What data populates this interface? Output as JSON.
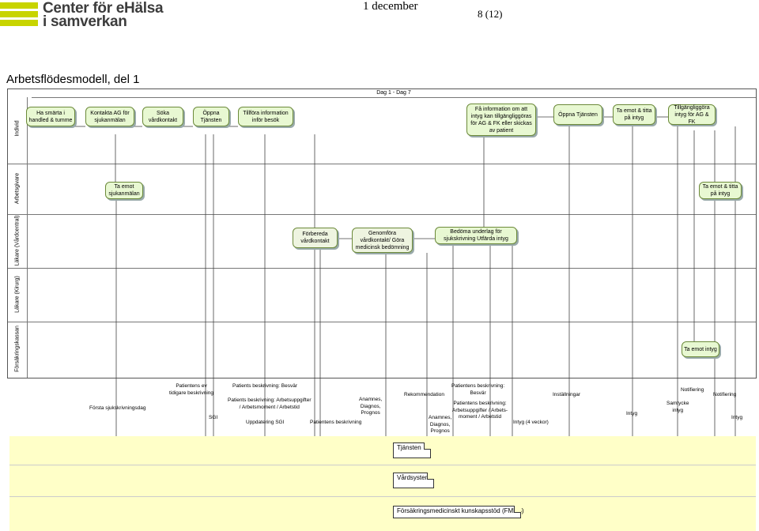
{
  "header": {
    "logo_line1": "Center för eHälsa",
    "logo_line2": "i samverkan",
    "date": "1 december",
    "page": "8 (12)",
    "title": "Arbetsflödesmodell, del 1"
  },
  "diagram": {
    "period_label": "Dag 1 - Dag 7",
    "lanes": [
      "Individ",
      "Arbetsgivare",
      "Läkare (Vårdcentral)",
      "Läkare (Kirurg)",
      "Försäkringskassan"
    ],
    "activities": {
      "a1": "Ha smärta i handled & tumme",
      "a2": "Kontakta AG för sjukanmälan",
      "a3": "Söka vårdkontakt",
      "a4": "Öppna Tjänsten",
      "a5": "Tillföra information inför besök",
      "a6": "Få information om att intyg kan tillgängliggöras för AG & FK eller skickas av patient",
      "a7": "Öppna Tjänsten",
      "a8": "Ta emot & titta på intyg",
      "a9": "Tillgängliggöra intyg för AG & FK",
      "b1": "Ta emot sjukanmälan",
      "b2": "Ta emot & titta på intyg",
      "c1": "Förbereda vårdkontakt",
      "c2": "Genomföra vårdkontakt/ Göra medicinsk bedömning",
      "c3": "Bedöma underlag för sjukskrivning Utfärda intyg",
      "e1": "Ta emot intyg"
    }
  },
  "annotations": {
    "n1": "Första sjukskrivningsdag",
    "n2a": "Patientens ev",
    "n2b": "tidigare beskrivning",
    "n3": "SGI",
    "n4": "Patients beskrivning: Besvär",
    "n5a": "Patients beskrivning: Arbetsuppgifter",
    "n5b": "/ Arbetsmoment / Arbetstid",
    "n6": "Uppdatering SGI",
    "n7": "Patientens beskrivning",
    "n8a": "Anamnes,",
    "n8b": "Diagnos,",
    "n8c": "Prognos",
    "n9": "Rekommendation",
    "n10a": "Patientens beskrivning:",
    "n10b": "Besvär",
    "n11a": "Patientens beskrivning:",
    "n11b": "Arbetsuppgifter / Arbets-",
    "n11c": "moment / Arbetstid",
    "n12a": "Anamnes,",
    "n12b": "Diagnos,",
    "n12c": "Prognos",
    "n13": "Intyg (4 veckor)",
    "n14": "Inställningar",
    "n15": "Intyg",
    "n16a": "Samtycke",
    "n16b": "intyg",
    "n17": "Notifiering",
    "n18": "Notifiering",
    "n19": "Intyg"
  },
  "systems": [
    "Tjänsten",
    "Vårdsystem",
    "Försäkringsmedicinskt kunskapsstöd (FMKS)"
  ],
  "colors": {
    "logo_bar": "#c8d400",
    "activity_fill": "#e8f8d2",
    "activity_border": "#6c8a3a",
    "system_band": "#ffffc8"
  }
}
